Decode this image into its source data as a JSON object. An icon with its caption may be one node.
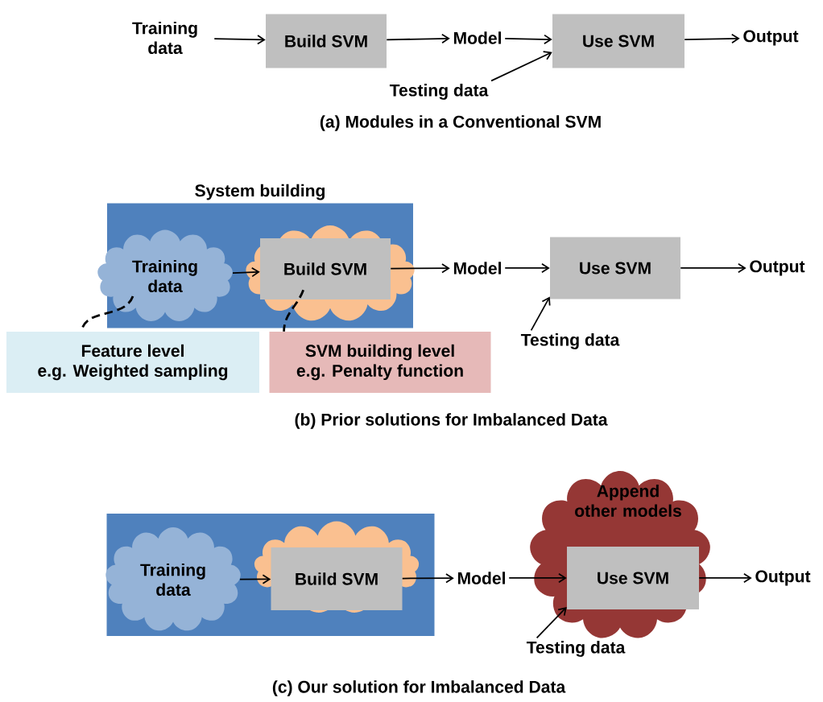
{
  "diagram": {
    "nodes": [
      {
        "text": [
          "Training data"
        ]
      },
      {
        "text": [
          "Build SVM"
        ]
      },
      {
        "text": [
          "Model"
        ]
      },
      {
        "text": [
          "Use SVM"
        ]
      },
      {
        "text": [
          "Output"
        ]
      },
      {
        "text": [
          "Testing data"
        ]
      },
      {
        "text": [
          "System building"
        ]
      },
      {
        "text": [
          "Training data"
        ],
        "in": 6
      },
      {
        "text": [],
        "shape": "cloud",
        "in": 6
      },
      {
        "text": [
          "Build SVM"
        ],
        "in": 8
      },
      {
        "text": [
          "Model"
        ]
      },
      {
        "text": [
          "Use SVM"
        ]
      },
      {
        "text": [
          "Output"
        ]
      },
      {
        "text": [
          "Testing data"
        ]
      },
      {
        "text": [
          "Feature level",
          "e.g. Weighted sampling"
        ]
      },
      {
        "text": [
          "SVM building level",
          "e.g. Penalty function"
        ]
      },
      {
        "text": [],
        "shape": "box"
      },
      {
        "text": [
          "Training data"
        ],
        "in": 16
      },
      {
        "text": [],
        "shape": "cloud",
        "in": 16
      },
      {
        "text": [
          "Build SVM"
        ],
        "in": 18
      },
      {
        "text": [
          "Model"
        ]
      },
      {
        "text": [
          "Append other models"
        ]
      },
      {
        "text": [
          "Use SVM"
        ],
        "in": 21
      },
      {
        "text": [
          "Output"
        ]
      },
      {
        "text": [
          "Testing data"
        ]
      }
    ],
    "edges": [
      {
        "from": 0,
        "to": 1,
        "arrow": "to"
      },
      {
        "from": 1,
        "to": 2,
        "arrow": "to"
      },
      {
        "from": 2,
        "to": 3,
        "arrow": "to"
      },
      {
        "from": 5,
        "to": 3,
        "arrow": "to"
      },
      {
        "from": 3,
        "to": 4,
        "arrow": "to"
      },
      {
        "from": 7,
        "to": 9,
        "arrow": "to"
      },
      {
        "from": 9,
        "to": 10,
        "arrow": "to"
      },
      {
        "from": 10,
        "to": 11,
        "arrow": "to"
      },
      {
        "from": 13,
        "to": 11,
        "arrow": "to"
      },
      {
        "from": 11,
        "to": 12,
        "arrow": "to"
      },
      {
        "from": 7,
        "to": 14,
        "arrow": "none",
        "style": "dashed"
      },
      {
        "from": 8,
        "to": 15,
        "arrow": "none",
        "style": "dashed"
      },
      {
        "from": 17,
        "to": 19,
        "arrow": "to"
      },
      {
        "from": 19,
        "to": 20,
        "arrow": "to"
      },
      {
        "from": 20,
        "to": 22,
        "arrow": "to"
      },
      {
        "from": 24,
        "to": 22,
        "arrow": "to"
      },
      {
        "from": 22,
        "to": 23,
        "arrow": "to"
      }
    ],
    "labels": [
      "(a) Modules in a Conventional SVM",
      "(b) Prior solutions for Imbalanced Data",
      "(c) Our solution for Imbalanced Data"
    ]
  }
}
